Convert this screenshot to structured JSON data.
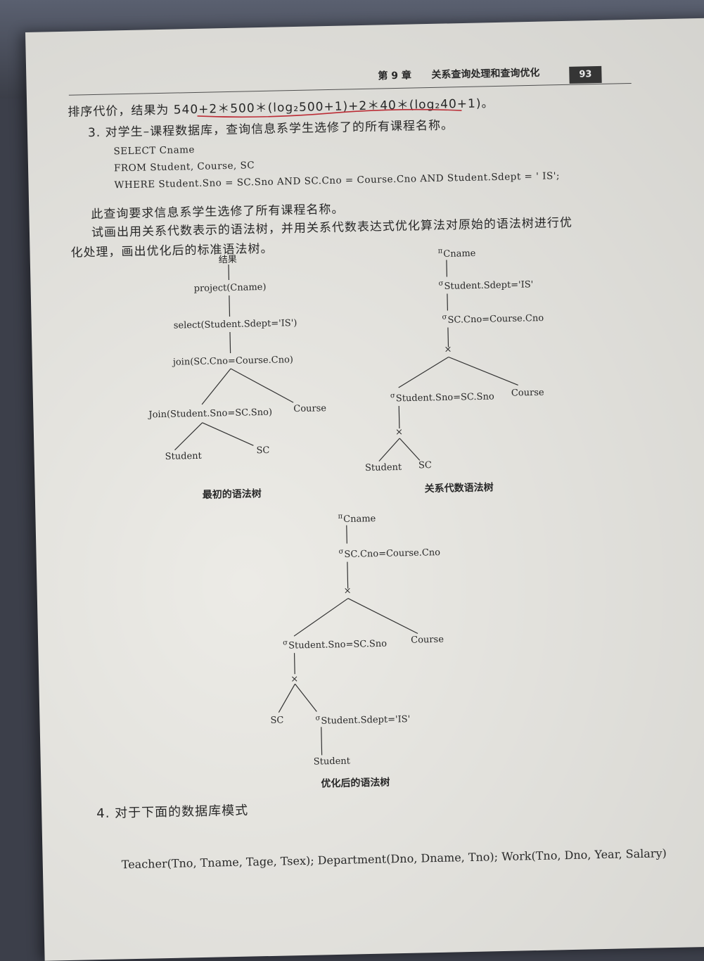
{
  "header": {
    "chapter": "第 9 章",
    "chapter_title": "关系查询处理和查询优化",
    "page_number": "93"
  },
  "para_sort_cost": "排序代价，结果为 540+2＊500＊(log₂500+1)+2＊40＊(log₂40+1)。",
  "q3_intro": "3. 对学生–课程数据库，查询信息系学生选修了的所有课程名称。",
  "sql": {
    "line1": "SELECT Cname",
    "line2": "FROM Student, Course, SC",
    "line3": "WHERE Student.Sno = SC.Sno AND SC.Cno = Course.Cno AND Student.Sdept = ' IS';"
  },
  "para1": "此查询要求信息系学生选修了所有课程名称。",
  "para2_line1": "试画出用关系代数表示的语法树，并用关系代数表达式优化算法对原始的语法树进行优",
  "para2_line2": "化处理，画出优化后的标准语法树。",
  "tree_initial": {
    "result": "结果",
    "project": "project(Cname)",
    "select": "select(Student.Sdept='IS')",
    "join1": "join(SC.Cno=Course.Cno)",
    "join2": "Join(Student.Sno=SC.Sno)",
    "course": "Course",
    "student": "Student",
    "sc": "SC",
    "caption": "最初的语法树"
  },
  "tree_algebra": {
    "pi": "π",
    "sigma": "σ",
    "project": "Cname",
    "select_sdept": "Student.Sdept='IS'",
    "select_cno": "SC.Cno=Course.Cno",
    "cross": "×",
    "select_sno": "Student.Sno=SC.Sno",
    "course": "Course",
    "student": "Student",
    "sc": "SC",
    "caption": "关系代数语法树"
  },
  "tree_optimized": {
    "pi": "π",
    "sigma": "σ",
    "project": "Cname",
    "select_cno": "SC.Cno=Course.Cno",
    "cross": "×",
    "select_sno": "Student.Sno=SC.Sno",
    "course": "Course",
    "sc": "SC",
    "select_sdept": "Student.Sdept='IS'",
    "student": "Student",
    "caption": "优化后的语法树"
  },
  "q4_intro": "4. 对于下面的数据库模式",
  "schema_line": "Teacher(Tno, Tname, Tage, Tsex); Department(Dno, Dname, Tno); Work(Tno, Dno, Year, Salary)"
}
